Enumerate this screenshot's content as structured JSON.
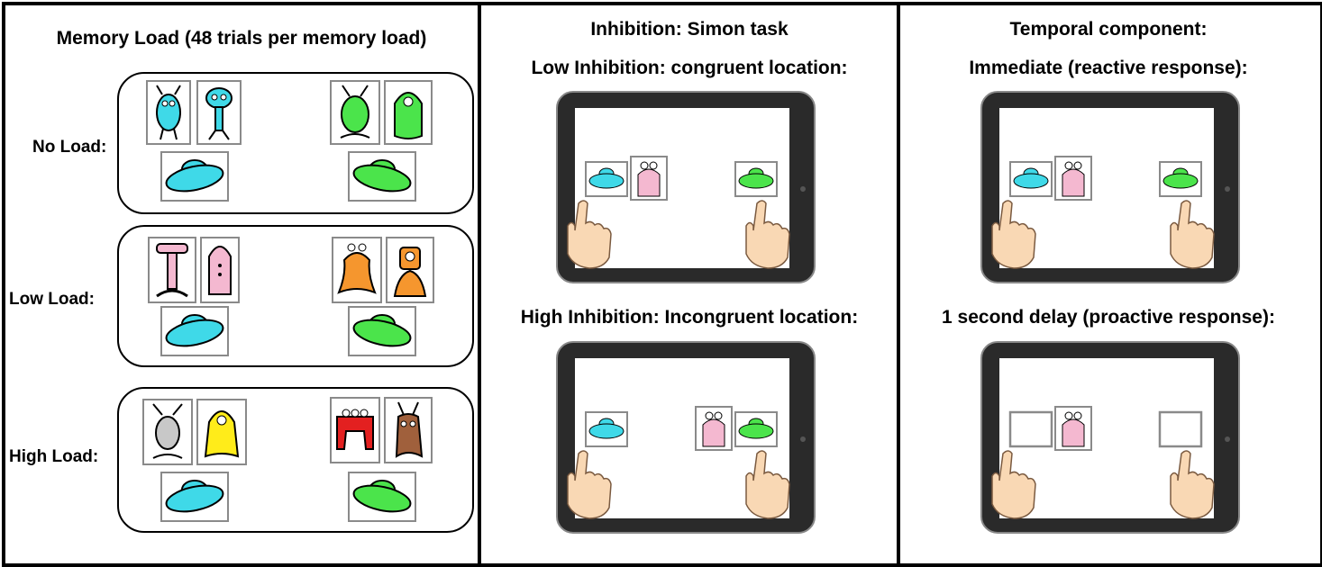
{
  "colors": {
    "cyan": "#3fd9e8",
    "green": "#4be44b",
    "pink": "#f4b8d0",
    "orange": "#f5962e",
    "yellow": "#ffec1a",
    "gray": "#c8c8c8",
    "red": "#e32020",
    "brown": "#a0603c",
    "tablet_body": "#2a2a2a",
    "hand": "#f9d8b4"
  },
  "panel_memory": {
    "title": "Memory Load (48 trials per memory load)",
    "groups": [
      {
        "label": "No Load:",
        "left_items": [
          "cyan-alien-icon",
          "cyan-alien-icon"
        ],
        "right_items": [
          "green-alien-icon",
          "green-alien-icon"
        ],
        "left_ship": "cyan-spaceship-icon",
        "right_ship": "green-spaceship-icon"
      },
      {
        "label": "Low Load:",
        "left_items": [
          "pink-alien-icon",
          "pink-alien-icon"
        ],
        "right_items": [
          "orange-alien-icon",
          "orange-alien-icon"
        ],
        "left_ship": "cyan-spaceship-icon",
        "right_ship": "green-spaceship-icon"
      },
      {
        "label": "High Load:",
        "left_items": [
          "gray-alien-icon",
          "yellow-alien-icon"
        ],
        "right_items": [
          "red-alien-icon",
          "brown-alien-icon"
        ],
        "left_ship": "cyan-spaceship-icon",
        "right_ship": "green-spaceship-icon"
      }
    ]
  },
  "panel_inhibition": {
    "title": "Inhibition: Simon task",
    "low_label": "Low Inhibition: congruent location:",
    "high_label": "High Inhibition: Incongruent location:"
  },
  "panel_temporal": {
    "title": "Temporal component:",
    "immediate_label": "Immediate (reactive response):",
    "delay_label": "1 second delay (proactive response):"
  }
}
